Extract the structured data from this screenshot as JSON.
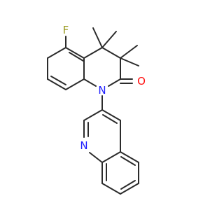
{
  "molecule": {
    "atom_labels": {
      "fluorine": "F",
      "carbonyl_oxygen": "O",
      "ring_nitrogen": "N",
      "quinoline_nitrogen": "N"
    },
    "colors": {
      "bond": "#2b2b2b",
      "F": "#9a9a1f",
      "O": "#ff0d0d",
      "N": "#1d1dff"
    }
  }
}
